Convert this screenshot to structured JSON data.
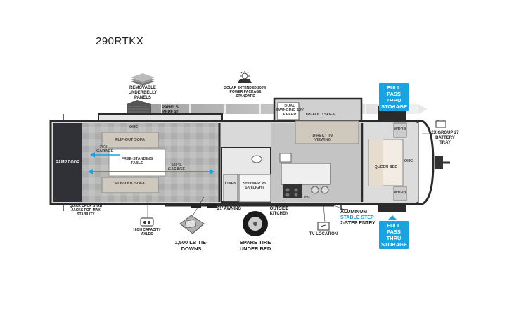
{
  "model": "290RTKX",
  "callouts": {
    "removable_underbelly": "REMOVABLE UNDERBELLY PANELS",
    "solar": "SOLAR EXTENDED 200W POWER PACKAGE STANDARD",
    "panels_repeat": "PANELS REPEAT",
    "full_pass_top": "FULL PASS THRU STORAGE",
    "full_pass_bottom": "FULL PASS THRU STORAGE",
    "battery": "2X GROUP 27 BATTERY TRAY",
    "stab_jacks": "QUICK DROP STAB JACKS FOR MAX STABILITY",
    "high_capacity_axles": "HIGH CAPACITY AXLES",
    "tie_downs": "1,500 LB TIE-DOWNS",
    "awning": "21' AWNING",
    "spare_tire": "SPARE TIRE UNDER BED",
    "outside_kitchen": "OUTSIDE KITCHEN",
    "tv_location": "TV LOCATION",
    "entry_aluminum": "ALUMINUM",
    "entry_stable_step": "STABLE STEP",
    "entry_2step": "2-STEP ENTRY"
  },
  "interior": {
    "ramp_door": "RAMP DOOR",
    "garage_70": "70\"H GARAGE",
    "flip_out_sofa_top": "FLIP-OUT SOFA",
    "flip_out_sofa_bottom": "FLIP-OUT SOFA",
    "free_standing_table": "FREE-STANDING TABLE",
    "garage_150": "150\"L GARAGE",
    "ohc_top_left": "OHC",
    "dual_swinging_refer": "DUAL SWINGING 12V REFER",
    "tri_fold_sofa": "TRI-FOLD SOFA",
    "direct_tv_viewing": "DIRECT TV VIEWING",
    "shower": "SHOWER W/ SKYLIGHT",
    "linen": "LINEN",
    "queen_bed": "QUEEN BED",
    "ohc_bottom": "OHC",
    "ohc_bedroom": "OHC",
    "wdrb_top": "WDRB",
    "wdrb_bottom": "WDRB"
  },
  "colors": {
    "accent_blue": "#1aa3e0",
    "floor_gray": "#b5b5b5",
    "wall_dark": "#3a3a3a"
  }
}
